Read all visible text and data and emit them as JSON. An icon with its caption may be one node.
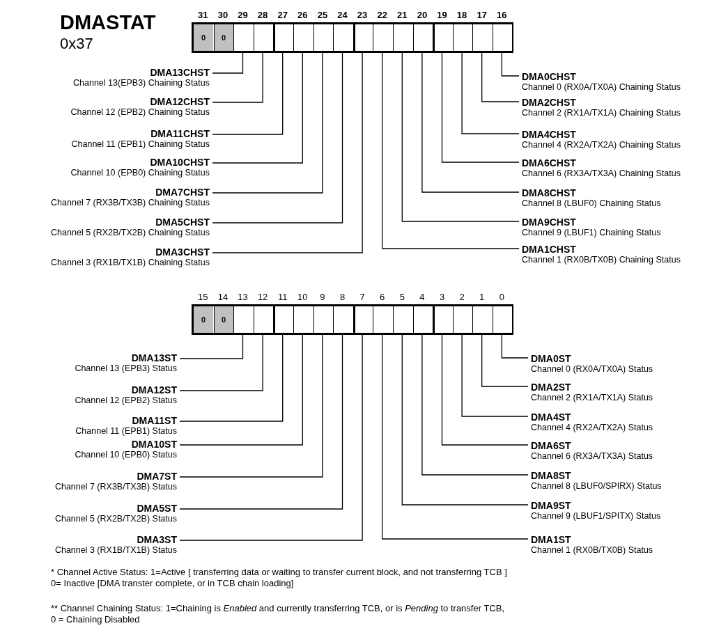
{
  "diagram": {
    "title": "DMASTAT",
    "nodes": [
      {
        "text": [
          "0"
        ],
        "beside": [
          "31"
        ]
      },
      {
        "text": [
          "0"
        ],
        "beside": [
          "30"
        ]
      },
      {
        "text": [],
        "shape": "box",
        "beside": [
          "29"
        ]
      },
      {
        "text": [],
        "shape": "box",
        "beside": [
          "28"
        ]
      },
      {
        "text": [],
        "shape": "box",
        "beside": [
          "27"
        ]
      },
      {
        "text": [],
        "shape": "box",
        "beside": [
          "26"
        ]
      },
      {
        "text": [],
        "shape": "box",
        "beside": [
          "25"
        ]
      },
      {
        "text": [],
        "shape": "box",
        "beside": [
          "24"
        ]
      },
      {
        "text": [],
        "shape": "box",
        "beside": [
          "23"
        ]
      },
      {
        "text": [],
        "shape": "box",
        "beside": [
          "22"
        ]
      },
      {
        "text": [],
        "shape": "box",
        "beside": [
          "21"
        ]
      },
      {
        "text": [],
        "shape": "box",
        "beside": [
          "20"
        ]
      },
      {
        "text": [],
        "shape": "box",
        "beside": [
          "19"
        ]
      },
      {
        "text": [],
        "shape": "box",
        "beside": [
          "18"
        ]
      },
      {
        "text": [],
        "shape": "box",
        "beside": [
          "17"
        ]
      },
      {
        "text": [],
        "shape": "box",
        "beside": [
          "16"
        ]
      },
      {
        "text": [
          "DMA13CHST",
          "Channel 13(EPB3) Chaining Status"
        ]
      },
      {
        "text": [
          "DMA12CHST",
          "Channel 12 (EPB2) Chaining Status"
        ]
      },
      {
        "text": [
          "DMA11CHST",
          "Channel 11 (EPB1) Chaining Status"
        ]
      },
      {
        "text": [
          "DMA10CHST",
          "Channel 10 (EPB0) Chaining Status"
        ]
      },
      {
        "text": [
          "DMA7CHST",
          "Channel 7 (RX3B/TX3B) Chaining Status"
        ]
      },
      {
        "text": [
          "DMA5CHST",
          "Channel 5 (RX2B/TX2B) Chaining Status"
        ]
      },
      {
        "text": [
          "DMA3CHST",
          "Channel 3 (RX1B/TX1B) Chaining Status"
        ]
      },
      {
        "text": [
          "DMA0CHST",
          "Channel 0 (RX0A/TX0A) Chaining Status"
        ]
      },
      {
        "text": [
          "DMA2CHST",
          "Channel 2 (RX1A/TX1A) Chaining Status"
        ]
      },
      {
        "text": [
          "DMA4CHST",
          "Channel 4 (RX2A/TX2A) Chaining Status"
        ]
      },
      {
        "text": [
          "DMA6CHST",
          "Channel 6 (RX3A/TX3A) Chaining Status"
        ]
      },
      {
        "text": [
          "DMA8CHST",
          "Channel 8 (LBUF0) Chaining Status"
        ]
      },
      {
        "text": [
          "DMA9CHST",
          "Channel 9 (LBUF1) Chaining Status"
        ]
      },
      {
        "text": [
          "DMA1CHST",
          "Channel 1 (RX0B/TX0B) Chaining Status"
        ]
      },
      {
        "text": [
          "0"
        ],
        "beside": [
          "15"
        ]
      },
      {
        "text": [
          "0"
        ],
        "beside": [
          "14"
        ]
      },
      {
        "text": [],
        "shape": "box",
        "beside": [
          "13"
        ]
      },
      {
        "text": [],
        "shape": "box",
        "beside": [
          "12"
        ]
      },
      {
        "text": [],
        "shape": "box",
        "beside": [
          "11"
        ]
      },
      {
        "text": [],
        "shape": "box",
        "beside": [
          "10"
        ]
      },
      {
        "text": [],
        "shape": "box",
        "beside": [
          "9"
        ]
      },
      {
        "text": [],
        "shape": "box",
        "beside": [
          "8"
        ]
      },
      {
        "text": [],
        "shape": "box",
        "beside": [
          "7"
        ]
      },
      {
        "text": [],
        "shape": "box",
        "beside": [
          "6"
        ]
      },
      {
        "text": [],
        "shape": "box",
        "beside": [
          "5"
        ]
      },
      {
        "text": [],
        "shape": "box",
        "beside": [
          "4"
        ]
      },
      {
        "text": [],
        "shape": "box",
        "beside": [
          "3"
        ]
      },
      {
        "text": [],
        "shape": "box",
        "beside": [
          "2"
        ]
      },
      {
        "text": [],
        "shape": "box",
        "beside": [
          "1"
        ]
      },
      {
        "text": [],
        "shape": "box",
        "beside": [
          "0"
        ]
      },
      {
        "text": [
          "DMA13ST",
          "Channel 13 (EPB3) Status"
        ]
      },
      {
        "text": [
          "DMA12ST",
          "Channel 12 (EPB2) Status"
        ]
      },
      {
        "text": [
          "DMA11ST",
          "Channel 11 (EPB1) Status"
        ]
      },
      {
        "text": [
          "DMA10ST",
          "Channel 10 (EPB0) Status"
        ]
      },
      {
        "text": [
          "DMA7ST",
          "Channel 7 (RX3B/TX3B) Status"
        ]
      },
      {
        "text": [
          "DMA5ST",
          "Channel 5 (RX2B/TX2B) Status"
        ]
      },
      {
        "text": [
          "DMA3ST",
          "Channel 3 (RX1B/TX1B) Status"
        ]
      },
      {
        "text": [
          "DMA0ST",
          "Channel 0 (RX0A/TX0A) Status"
        ]
      },
      {
        "text": [
          "DMA2ST",
          "Channel 2 (RX1A/TX1A) Status"
        ]
      },
      {
        "text": [
          "DMA4ST",
          "Channel 4 (RX2A/TX2A) Status"
        ]
      },
      {
        "text": [
          "DMA6ST",
          "Channel 6 (RX3A/TX3A) Status"
        ]
      },
      {
        "text": [
          "DMA8ST",
          "Channel 8 (LBUF0/SPIRX) Status"
        ]
      },
      {
        "text": [
          "DMA9ST",
          "Channel 9 (LBUF1/SPITX) Status"
        ]
      },
      {
        "text": [
          "DMA1ST",
          "Channel 1 (RX0B/TX0B) Status"
        ]
      }
    ],
    "edges": [
      {
        "from": 16,
        "to": 2,
        "arrow": "none"
      },
      {
        "from": 17,
        "to": 3,
        "arrow": "none"
      },
      {
        "from": 18,
        "to": 4,
        "arrow": "none"
      },
      {
        "from": 19,
        "to": 5,
        "arrow": "none"
      },
      {
        "from": 20,
        "to": 6,
        "arrow": "none"
      },
      {
        "from": 21,
        "to": 7,
        "arrow": "none"
      },
      {
        "from": 22,
        "to": 8,
        "arrow": "none"
      },
      {
        "from": 23,
        "to": 15,
        "arrow": "none"
      },
      {
        "from": 24,
        "to": 14,
        "arrow": "none"
      },
      {
        "from": 25,
        "to": 13,
        "arrow": "none"
      },
      {
        "from": 26,
        "to": 12,
        "arrow": "none"
      },
      {
        "from": 27,
        "to": 11,
        "arrow": "none"
      },
      {
        "from": 28,
        "to": 10,
        "arrow": "none"
      },
      {
        "from": 29,
        "to": 9,
        "arrow": "none"
      },
      {
        "from": 46,
        "to": 32,
        "arrow": "none"
      },
      {
        "from": 47,
        "to": 33,
        "arrow": "none"
      },
      {
        "from": 48,
        "to": 34,
        "arrow": "none"
      },
      {
        "from": 49,
        "to": 35,
        "arrow": "none"
      },
      {
        "from": 50,
        "to": 36,
        "arrow": "none"
      },
      {
        "from": 51,
        "to": 37,
        "arrow": "none"
      },
      {
        "from": 52,
        "to": 38,
        "arrow": "none"
      },
      {
        "from": 53,
        "to": 45,
        "arrow": "none"
      },
      {
        "from": 54,
        "to": 44,
        "arrow": "none"
      },
      {
        "from": 55,
        "to": 43,
        "arrow": "none"
      },
      {
        "from": 56,
        "to": 42,
        "arrow": "none"
      },
      {
        "from": 57,
        "to": 41,
        "arrow": "none"
      },
      {
        "from": 58,
        "to": 40,
        "arrow": "none"
      },
      {
        "from": 59,
        "to": 39,
        "arrow": "none"
      }
    ],
    "labels": [
      "0x37",
      "* Channel Active Status:  1=Active [ transferring data or waiting to transfer current block, and not transferring TCB ]",
      "0= Inactive [DMA transter complete, or in TCB chain loading]",
      "** Channel Chaining Status: 1=Chaining is *Enabled* and currently transferring TCB, or is *Pending* to transfer TCB,",
      "0 = Chaining Disabled"
    ]
  }
}
